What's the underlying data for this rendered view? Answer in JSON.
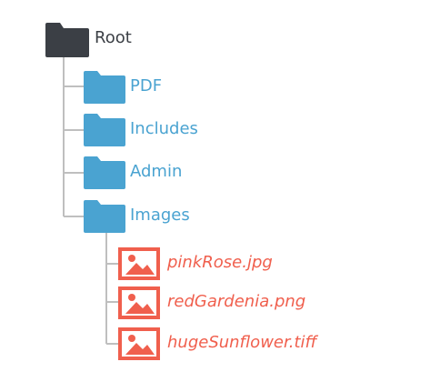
{
  "root": {
    "label": "Root",
    "icon": "folder-icon",
    "color": "#3b3f45"
  },
  "folders": [
    {
      "label": "PDF",
      "icon": "folder-icon"
    },
    {
      "label": "Includes",
      "icon": "folder-icon"
    },
    {
      "label": "Admin",
      "icon": "folder-icon"
    },
    {
      "label": "Images",
      "icon": "folder-icon"
    }
  ],
  "files": [
    {
      "label": "pinkRose.jpg",
      "icon": "image-icon"
    },
    {
      "label": "redGardenia.png",
      "icon": "image-icon"
    },
    {
      "label": "hugeSunflower.tiff",
      "icon": "image-icon"
    }
  ],
  "colors": {
    "folder": "#4aa3d1",
    "file": "#f05f4d",
    "line": "#bfbfbf",
    "root": "#3b3f45"
  }
}
